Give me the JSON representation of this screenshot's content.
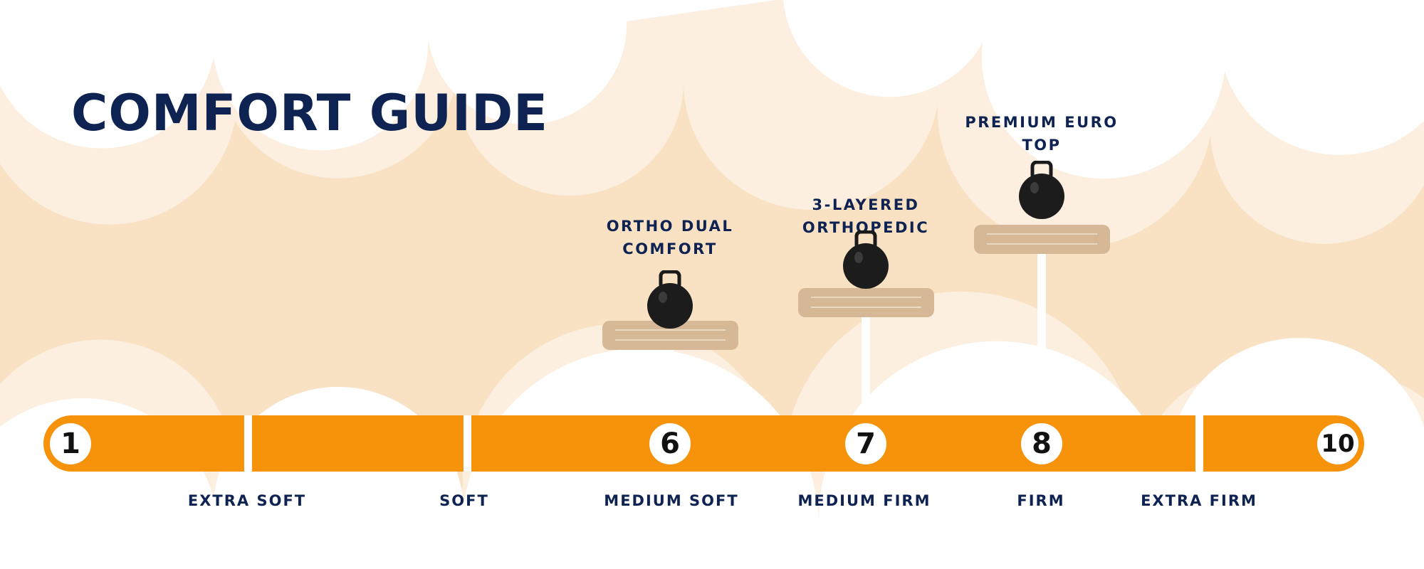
{
  "title": "COMFORT GUIDE",
  "colors": {
    "accent": "#f7920b",
    "navy": "#0e2352",
    "background": "#f9e1c3",
    "mattress": "#d6b896"
  },
  "scale": {
    "numbers": [
      "1",
      "6",
      "7",
      "8",
      "10"
    ],
    "categories": [
      "EXTRA SOFT",
      "SOFT",
      "MEDIUM SOFT",
      "MEDIUM FIRM",
      "FIRM",
      "EXTRA FIRM"
    ]
  },
  "products": [
    {
      "line1": "ORTHO DUAL",
      "line2": "COMFORT",
      "firmness": 6,
      "icon": "kettlebell-icon"
    },
    {
      "line1": "3-LAYERED",
      "line2": "ORTHOPEDIC",
      "firmness": 7,
      "icon": "kettlebell-icon"
    },
    {
      "line1": "PREMIUM EURO",
      "line2": "TOP",
      "firmness": 8,
      "icon": "kettlebell-icon"
    }
  ]
}
